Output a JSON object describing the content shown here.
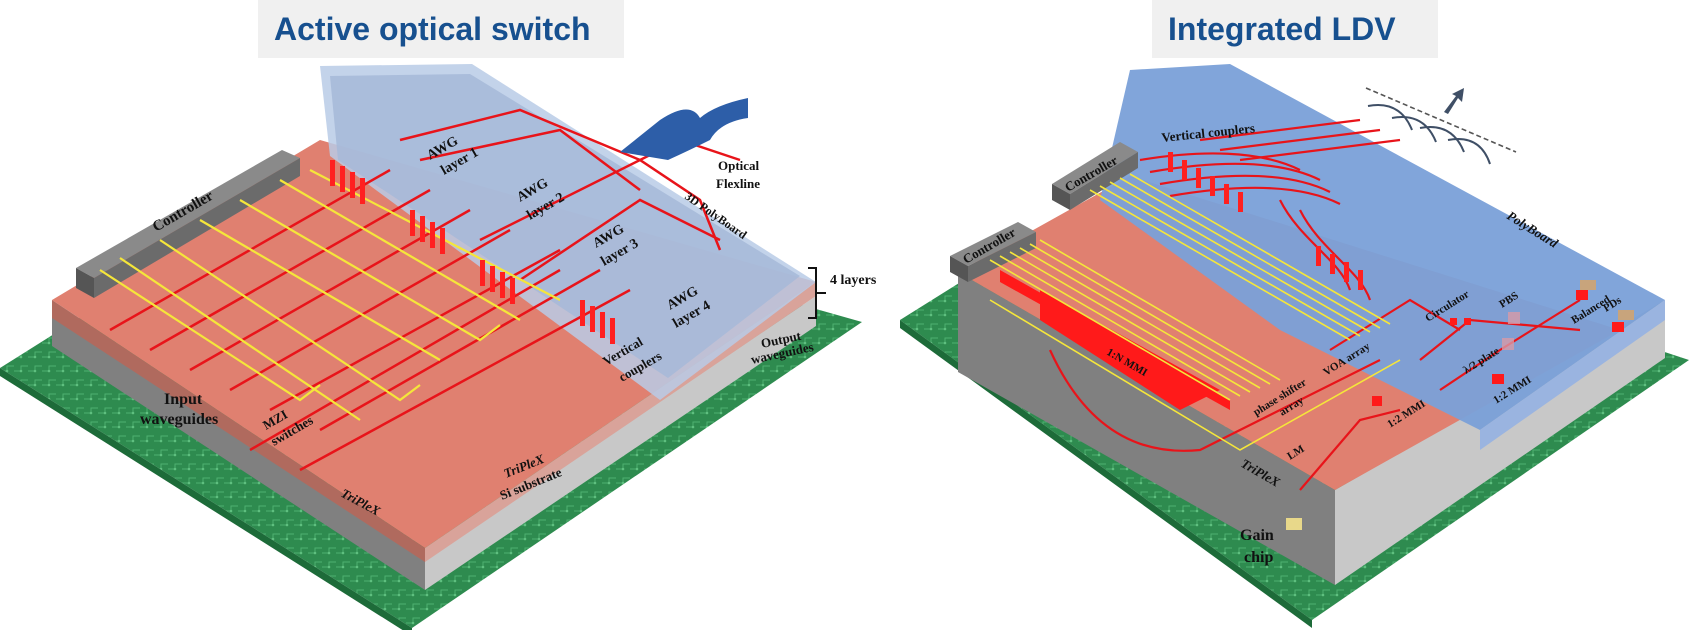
{
  "panels": [
    {
      "title": "Active optical switch",
      "labels": {
        "controller": "Controller",
        "awg1_a": "AWG",
        "awg1_b": "layer 1",
        "awg2_a": "AWG",
        "awg2_b": "layer 2",
        "awg3_a": "AWG",
        "awg3_b": "layer 3",
        "awg4_a": "AWG",
        "awg4_b": "layer 4",
        "flexline_a": "Optical",
        "flexline_b": "Flexline",
        "polyboard": "3D PolyBoard",
        "layers": "4 layers",
        "output_a": "Output",
        "output_b": "waveguides",
        "vertical_a": "Vertical",
        "vertical_b": "couplers",
        "input_a": "Input",
        "input_b": "waveguides",
        "mzi_a": "MZI",
        "mzi_b": "switches",
        "triplex_top": "TriPleX",
        "triplex_side": "TriPleX",
        "substrate": "Si substrate"
      }
    },
    {
      "title": "Integrated LDV",
      "labels": {
        "controller1": "Controller",
        "controller2": "Controller",
        "vertical_couplers": "Vertical couplers",
        "polyboard": "PolyBoard",
        "circulator": "Circulator",
        "pbs": "PBS",
        "balanced_a": "Balanced",
        "balanced_b": "PDs",
        "half_plate": "λ/2 plate",
        "mmi_right": "1:2 MMI",
        "mmi_mid": "1:2 MMI",
        "mmi_1n": "1:N MMI",
        "voa": "VOA array",
        "phase_a": "phase shifter",
        "phase_b": "array",
        "lm": "LM",
        "triplex": "TriPleX",
        "gain_a": "Gain",
        "gain_b": "chip"
      }
    }
  ],
  "colors": {
    "title_text": "#17508f",
    "title_bg": "#f0f0f0",
    "pcb_green": "#2e8b4f",
    "triplex_red": "#e08070",
    "polyboard_blue": "#7aa0d8",
    "waveguide_red": "#e8141a",
    "electrode_yellow": "#f5e63a",
    "controller_gray": "#6b6b6b"
  }
}
